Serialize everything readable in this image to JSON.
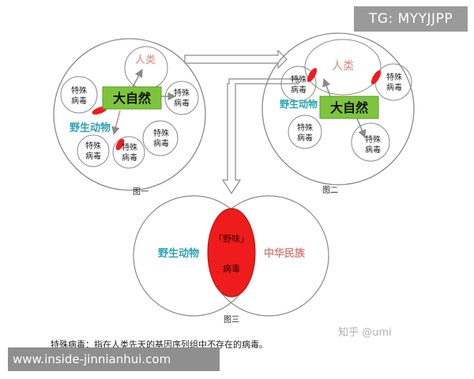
{
  "banners": {
    "tg": "TG: MYYJJPP",
    "site": "www.inside-jinnianhui.com",
    "zhihu": "知乎 @umi"
  },
  "labels": {
    "nature": "大自然",
    "human": "人类",
    "wild_animals": "野生动物",
    "special_virus": [
      "特殊",
      "病毒"
    ],
    "chinese_nation": "中华民族",
    "wildflavor": "「野味」",
    "virus_word": "病毒",
    "fig1": "图一",
    "fig2": "图二",
    "fig3": "图三",
    "footnote": "特殊病毒：指在人类先天的基因序列组中不存在的病毒。"
  },
  "colors": {
    "red": "#ee1c1c",
    "green": "#7ec53c",
    "teal": "#2aa3b3",
    "pink": "#d8857c",
    "outline": "#8a8a8a"
  }
}
